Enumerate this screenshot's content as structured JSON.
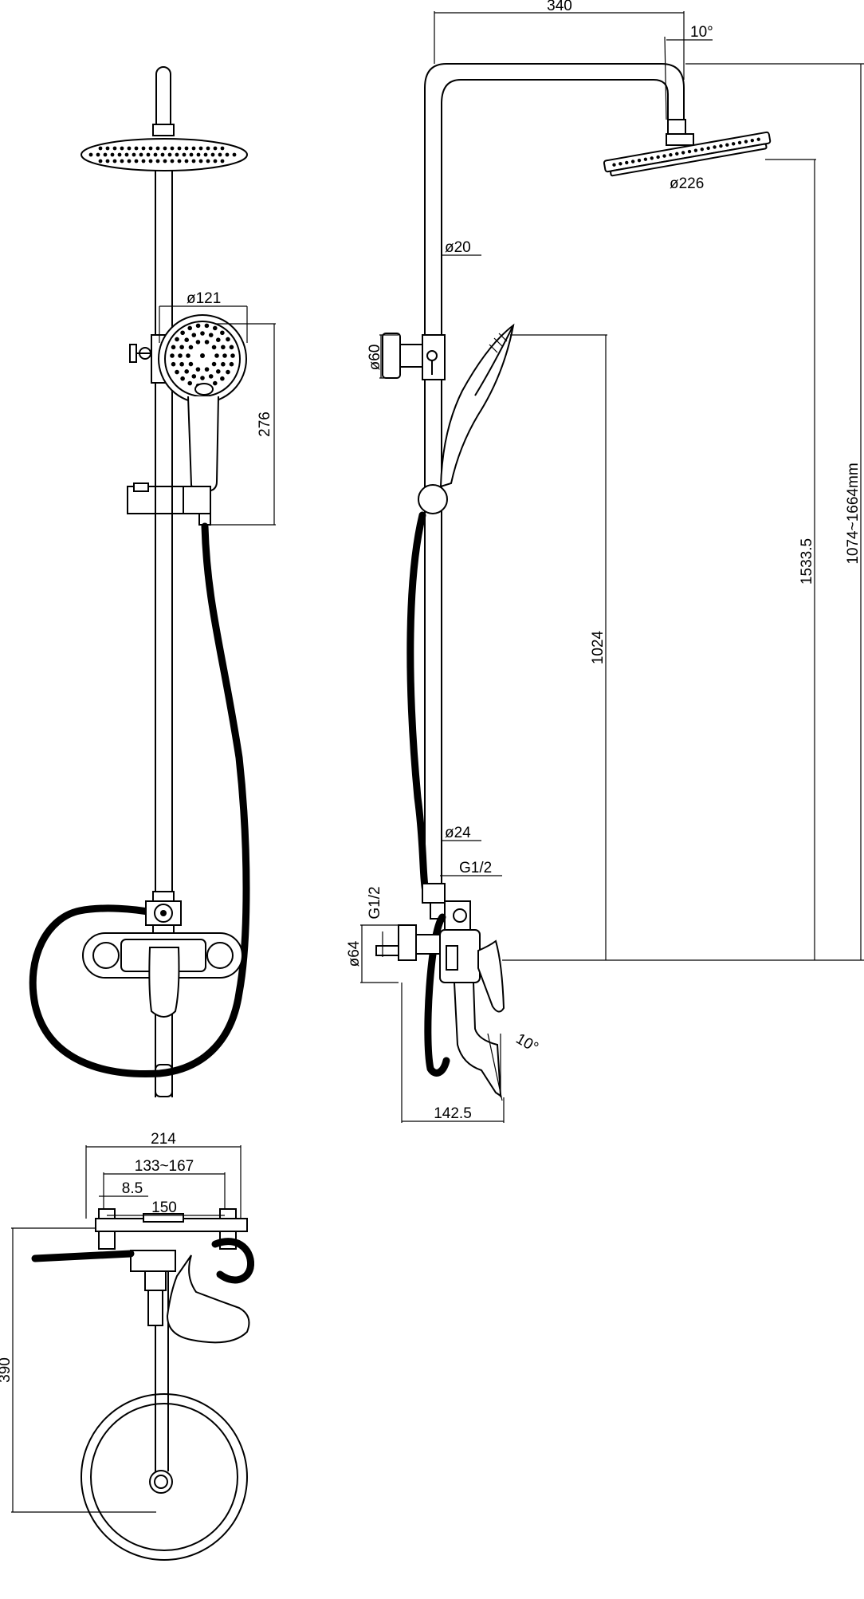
{
  "dimensions": {
    "arm_length": "340",
    "head_tilt": "10°",
    "head_diameter": "ø226",
    "rail_diameter": "ø20",
    "rail_lower_diameter": "ø24",
    "handshower_diameter": "ø121",
    "handshower_length": "276",
    "holder_diameter": "ø60",
    "total_height": "1074~1664mm",
    "head_height": "1533.5",
    "holder_height": "1024",
    "thread_side": "G1/2",
    "thread_top": "G1/2",
    "flange_diameter": "ø64",
    "spout_tilt": "10°",
    "spout_projection": "142.5",
    "overall_width": "214",
    "center_range": "133~167",
    "offset": "8.5",
    "center_distance": "150",
    "top_depth": "390"
  }
}
